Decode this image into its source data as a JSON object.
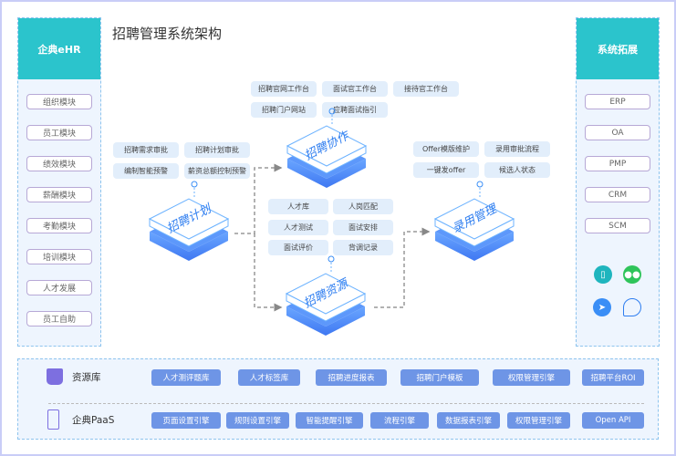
{
  "title": "招聘管理系统架构",
  "left_panel": {
    "header": "企典eHR",
    "items": [
      "组织模块",
      "员工模块",
      "绩效模块",
      "薪酬模块",
      "考勤模块",
      "培训模块",
      "人才发展",
      "员工自助"
    ]
  },
  "right_panel": {
    "header": "系统拓展",
    "items": [
      "ERP",
      "OA",
      "PMP",
      "CRM",
      "SCM"
    ],
    "icons": [
      "mobile-app-icon",
      "wechat-icon",
      "dingtalk-icon",
      "chat-bubble-icon"
    ]
  },
  "collab": {
    "label": "招聘协作",
    "tags": [
      "招聘官网工作台",
      "面试官工作台",
      "接待官工作台",
      "招聘门户网站",
      "应聘面试指引"
    ]
  },
  "plan": {
    "label": "招聘计划",
    "tags": [
      "招聘需求审批",
      "招聘计划审批",
      "编制智能预警",
      "薪资总额控制预警"
    ]
  },
  "resource": {
    "label": "招聘资源",
    "tags": [
      "人才库",
      "人岗匹配",
      "人才测试",
      "面试安排",
      "面试评价",
      "背调记录"
    ]
  },
  "offer": {
    "label": "录用管理",
    "tags": [
      "Offer模版维护",
      "录用审批流程",
      "一键发offer",
      "候选人状态"
    ]
  },
  "bottom": {
    "resource_lib": {
      "label": "资源库",
      "items": [
        "人才测评题库",
        "人才标签库",
        "招聘进度报表",
        "招聘门户模板",
        "权限管理引擎",
        "招聘平台ROI"
      ]
    },
    "paas": {
      "label": "企典PaaS",
      "items": [
        "页面设置引擎",
        "规则设置引擎",
        "智能提醒引擎",
        "流程引擎",
        "数据报表引擎",
        "权限管理引擎",
        "Open API"
      ]
    }
  },
  "colors": {
    "teal": "#2bc4cc",
    "button": "#6e95e6",
    "block_blue": "#4a86f7",
    "tag_bg": "#e2eefb"
  }
}
